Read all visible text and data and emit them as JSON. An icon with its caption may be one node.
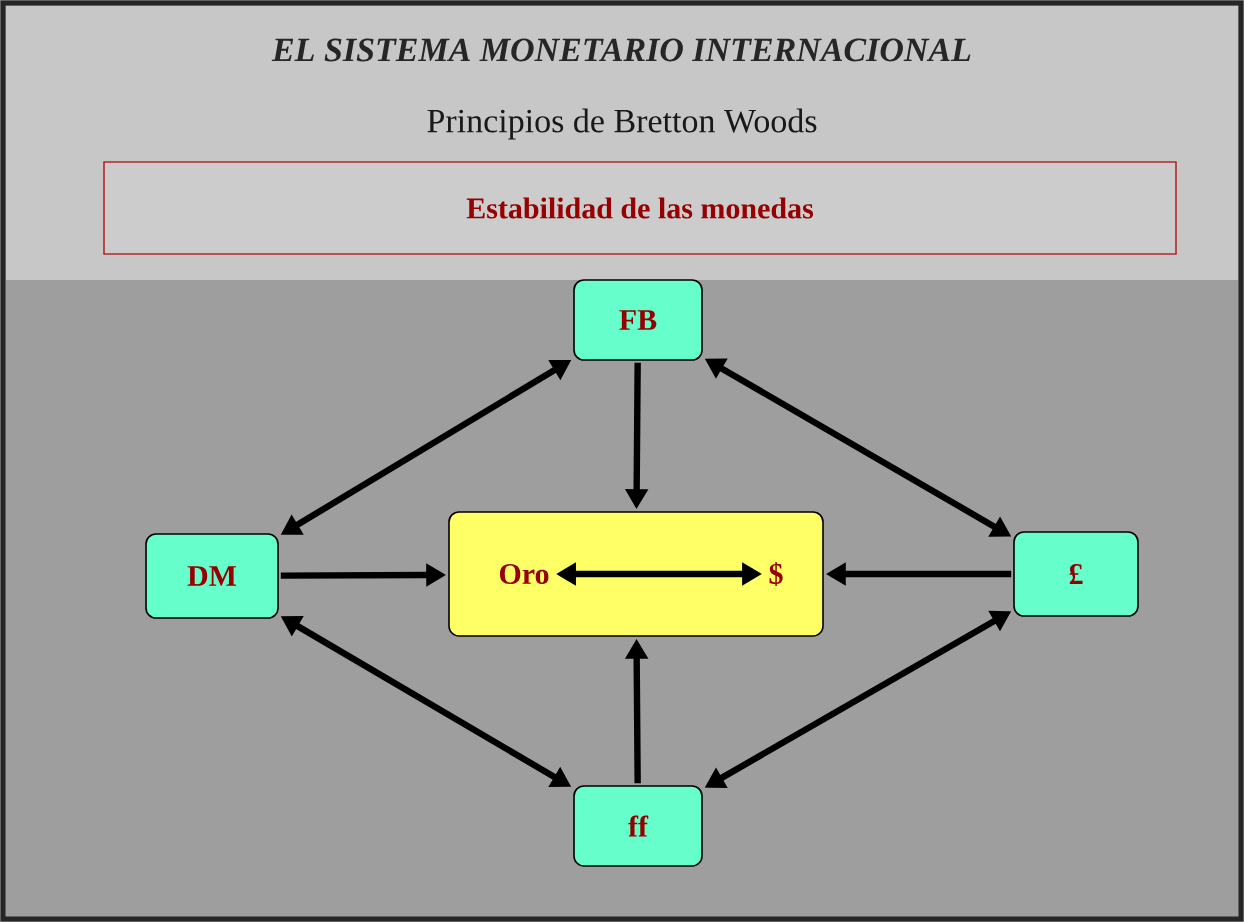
{
  "diagram": {
    "title": "EL SISTEMA MONETARIO INTERNACIONAL",
    "nodes": [
      {
        "text": [
          "Estabilidad de las monedas"
        ]
      },
      {
        "text": [
          "FB"
        ]
      },
      {
        "text": [
          "DM"
        ]
      },
      {
        "text": [],
        "shape": "box"
      },
      {
        "text": [
          "Oro"
        ],
        "in": 3
      },
      {
        "text": [
          "$"
        ],
        "in": 3
      },
      {
        "text": [
          "£"
        ]
      },
      {
        "text": [
          "ff"
        ]
      }
    ],
    "edges": [
      {
        "from": 1,
        "to": 2,
        "arrow": "both"
      },
      {
        "from": 1,
        "to": 6,
        "arrow": "both"
      },
      {
        "from": 1,
        "to": 3,
        "arrow": "to"
      },
      {
        "from": 2,
        "to": 3,
        "arrow": "to"
      },
      {
        "from": 4,
        "to": 5,
        "arrow": "both"
      },
      {
        "from": 6,
        "to": 3,
        "arrow": "to"
      },
      {
        "from": 7,
        "to": 3,
        "arrow": "to"
      },
      {
        "from": 2,
        "to": 7,
        "arrow": "both"
      },
      {
        "from": 6,
        "to": 7,
        "arrow": "both"
      }
    ],
    "labels": [
      "Principios de Bretton Woods"
    ]
  }
}
